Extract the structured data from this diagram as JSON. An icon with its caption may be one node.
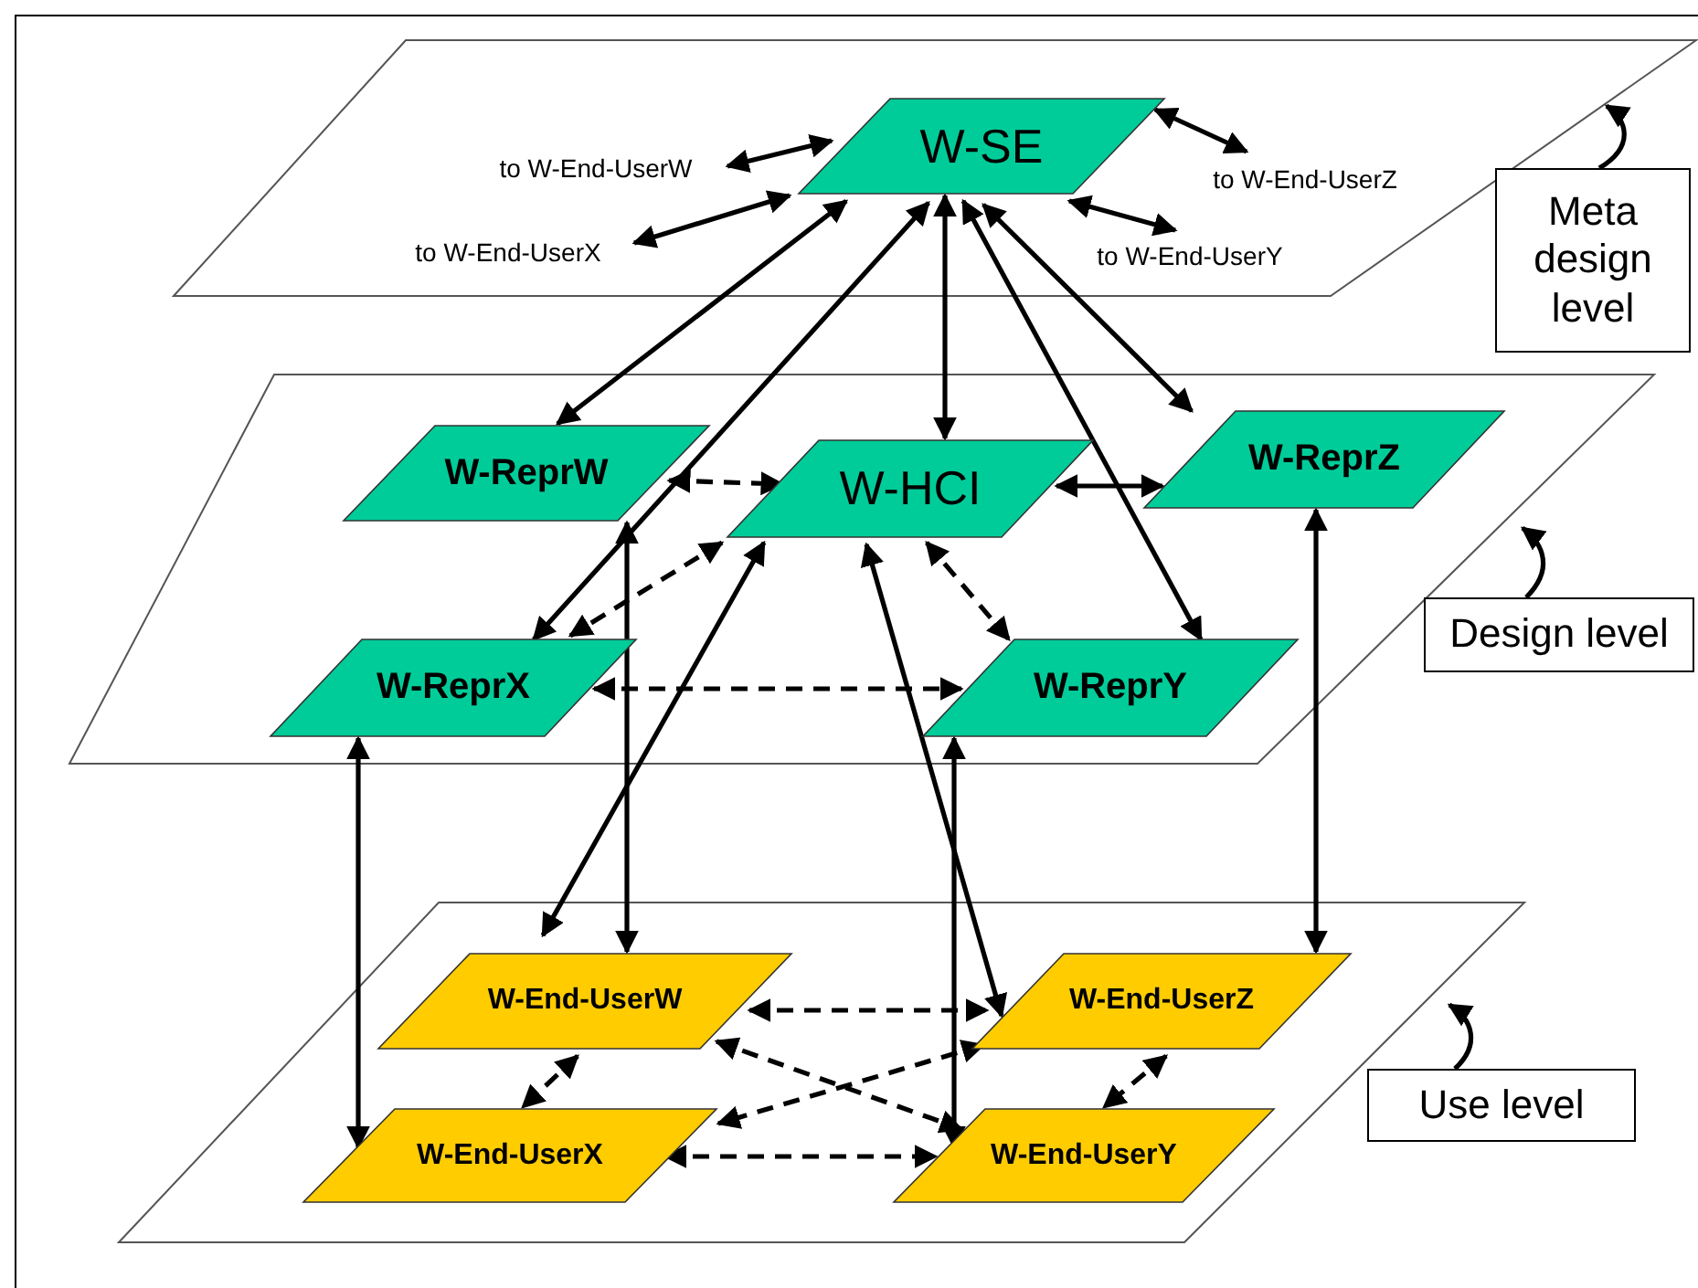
{
  "diagram": {
    "nodes": [
      {
        "text": [],
        "shape": "parallelogram"
      },
      {
        "text": [
          "W-SE"
        ],
        "in": 0
      },
      {
        "text": [
          "to W-End-UserW"
        ],
        "in": 0
      },
      {
        "text": [
          "to W-End-UserX"
        ],
        "in": 0
      },
      {
        "text": [
          "to W-End-UserZ"
        ],
        "in": 0
      },
      {
        "text": [
          "to W-End-UserY"
        ],
        "in": 0
      },
      {
        "text": [],
        "shape": "parallelogram"
      },
      {
        "text": [
          "W-ReprW"
        ],
        "in": 6
      },
      {
        "text": [
          "W-HCI"
        ],
        "in": 6
      },
      {
        "text": [
          "W-ReprZ"
        ],
        "in": 6
      },
      {
        "text": [
          "W-ReprX"
        ],
        "in": 6
      },
      {
        "text": [
          "W-ReprY"
        ],
        "in": 6
      },
      {
        "text": [],
        "shape": "parallelogram"
      },
      {
        "text": [
          "W-End-UserW"
        ],
        "in": 12
      },
      {
        "text": [
          "W-End-UserZ"
        ],
        "in": 12
      },
      {
        "text": [
          "W-End-UserX"
        ],
        "in": 12
      },
      {
        "text": [
          "W-End-UserY"
        ],
        "in": 12
      },
      {
        "text": [
          "Meta design level"
        ]
      },
      {
        "text": [
          "Design level"
        ]
      },
      {
        "text": [
          "Use level"
        ]
      }
    ],
    "edges": [
      {
        "from": 1,
        "to": 2,
        "arrow": "both"
      },
      {
        "from": 1,
        "to": 3,
        "arrow": "both"
      },
      {
        "from": 1,
        "to": 4,
        "arrow": "both"
      },
      {
        "from": 1,
        "to": 5,
        "arrow": "both"
      },
      {
        "from": 1,
        "to": 7,
        "arrow": "both"
      },
      {
        "from": 1,
        "to": 10,
        "arrow": "both"
      },
      {
        "from": 1,
        "to": 8,
        "arrow": "both"
      },
      {
        "from": 1,
        "to": 11,
        "arrow": "both"
      },
      {
        "from": 1,
        "to": 9,
        "arrow": "both"
      },
      {
        "from": 7,
        "to": 8,
        "arrow": "both",
        "style": "dashed"
      },
      {
        "from": 8,
        "to": 9,
        "arrow": "both"
      },
      {
        "from": 8,
        "to": 10,
        "arrow": "both",
        "style": "dashed"
      },
      {
        "from": 8,
        "to": 11,
        "arrow": "both",
        "style": "dashed"
      },
      {
        "from": 10,
        "to": 11,
        "arrow": "both",
        "style": "dashed"
      },
      {
        "from": 7,
        "to": 13,
        "arrow": "both"
      },
      {
        "from": 8,
        "to": 13,
        "arrow": "both"
      },
      {
        "from": 8,
        "to": 14,
        "arrow": "both"
      },
      {
        "from": 10,
        "to": 15,
        "arrow": "both"
      },
      {
        "from": 11,
        "to": 16,
        "arrow": "both"
      },
      {
        "from": 9,
        "to": 14,
        "arrow": "both"
      },
      {
        "from": 13,
        "to": 14,
        "arrow": "both",
        "style": "dashed"
      },
      {
        "from": 13,
        "to": 15,
        "arrow": "both",
        "style": "dashed"
      },
      {
        "from": 13,
        "to": 16,
        "arrow": "both",
        "style": "dashed"
      },
      {
        "from": 14,
        "to": 15,
        "arrow": "both",
        "style": "dashed"
      },
      {
        "from": 15,
        "to": 16,
        "arrow": "both",
        "style": "dashed"
      },
      {
        "from": 14,
        "to": 16,
        "arrow": "both",
        "style": "dashed"
      },
      {
        "from": 17,
        "to": 0,
        "arrow": "to"
      },
      {
        "from": 18,
        "to": 6,
        "arrow": "to"
      },
      {
        "from": 19,
        "to": 12,
        "arrow": "to"
      }
    ]
  }
}
